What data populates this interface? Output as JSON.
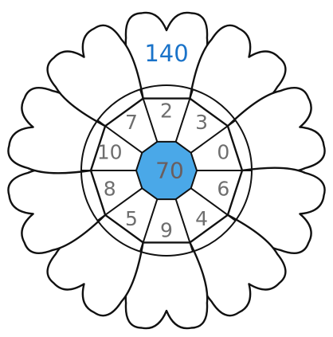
{
  "flower": {
    "center_value": "70",
    "center_color": "#4aa8e8",
    "ring_numbers": [
      "2",
      "3",
      "0",
      "6",
      "4",
      "9",
      "5",
      "8",
      "10",
      "7"
    ],
    "petal_answers": [
      "140",
      "",
      "",
      "",
      "",
      "",
      "",
      "",
      "",
      ""
    ],
    "answer_color": "#1a73c9"
  }
}
